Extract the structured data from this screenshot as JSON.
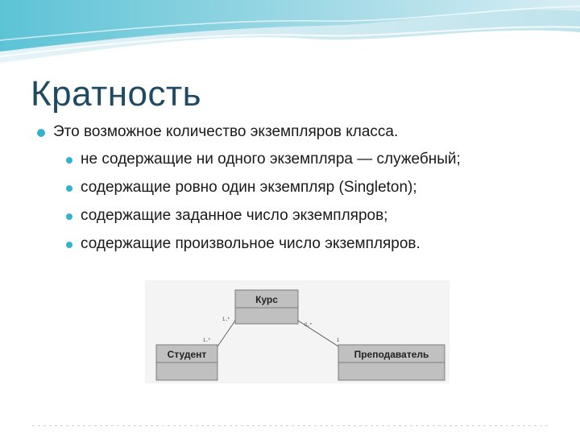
{
  "slide": {
    "title": "Кратность",
    "main_bullet": "Это возможное количество экземпляров класса.",
    "sub_bullets": [
      "не содержащие ни одного экземпляра — служебный;",
      "содержащие ровно один экземпляр (Singleton);",
      "содержащие заданное число экземпляров;",
      "содержащие произвольное число экземпляров."
    ]
  },
  "diagram": {
    "classes": {
      "course": "Курс",
      "student": "Студент",
      "teacher": "Преподаватель"
    },
    "multiplicities": {
      "course_student_at_course": "1..*",
      "course_student_at_student": "1..*",
      "course_teacher_at_course": "0..*",
      "course_teacher_at_teacher": "1"
    }
  },
  "colors": {
    "title": "#1f4a63",
    "bullet": "#33b3c9",
    "wave_light": "#d8eef4",
    "wave_dark": "#5cc3d6",
    "class_fill": "#c0c0c0"
  }
}
